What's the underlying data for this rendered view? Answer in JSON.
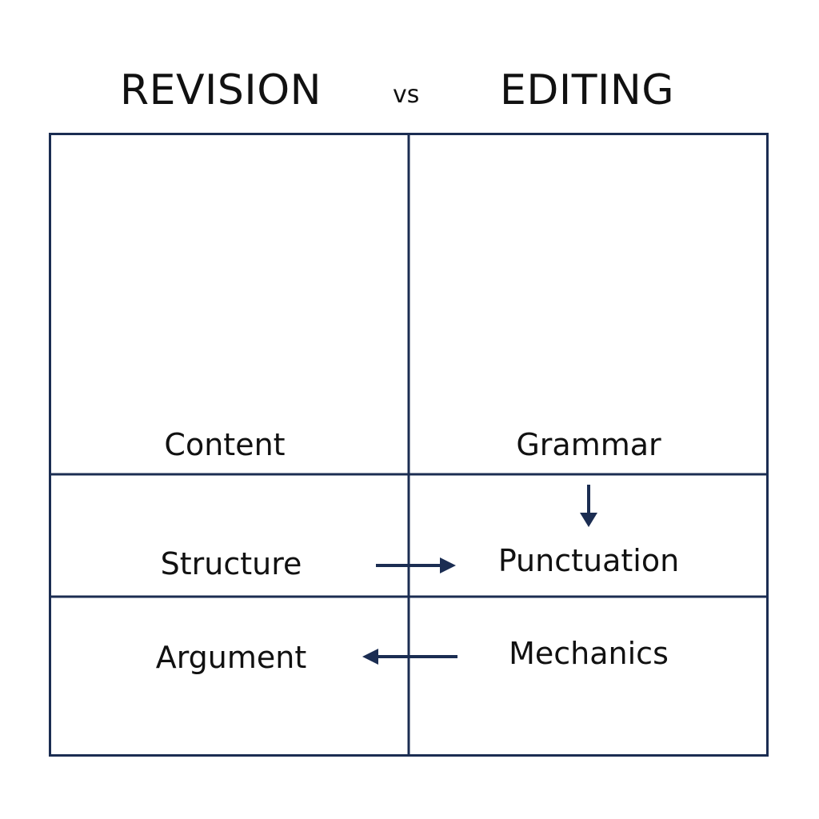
{
  "title": {
    "left": "REVISION",
    "vs": "vs",
    "right": "EDITING"
  },
  "colors": {
    "line": "#1b2d52",
    "text": "#111111",
    "background": "#ffffff"
  },
  "columns": [
    {
      "heading": "REVISION",
      "items": [
        "Content",
        "Structure",
        "Argument"
      ]
    },
    {
      "heading": "EDITING",
      "items": [
        "Grammar",
        "Punctuation",
        "Mechanics"
      ]
    }
  ],
  "arrows": [
    {
      "from": "Grammar",
      "to": "Punctuation",
      "direction": "down"
    },
    {
      "from": "Structure",
      "to": "Punctuation",
      "direction": "right"
    },
    {
      "from": "Mechanics",
      "to": "Argument",
      "direction": "left"
    }
  ]
}
